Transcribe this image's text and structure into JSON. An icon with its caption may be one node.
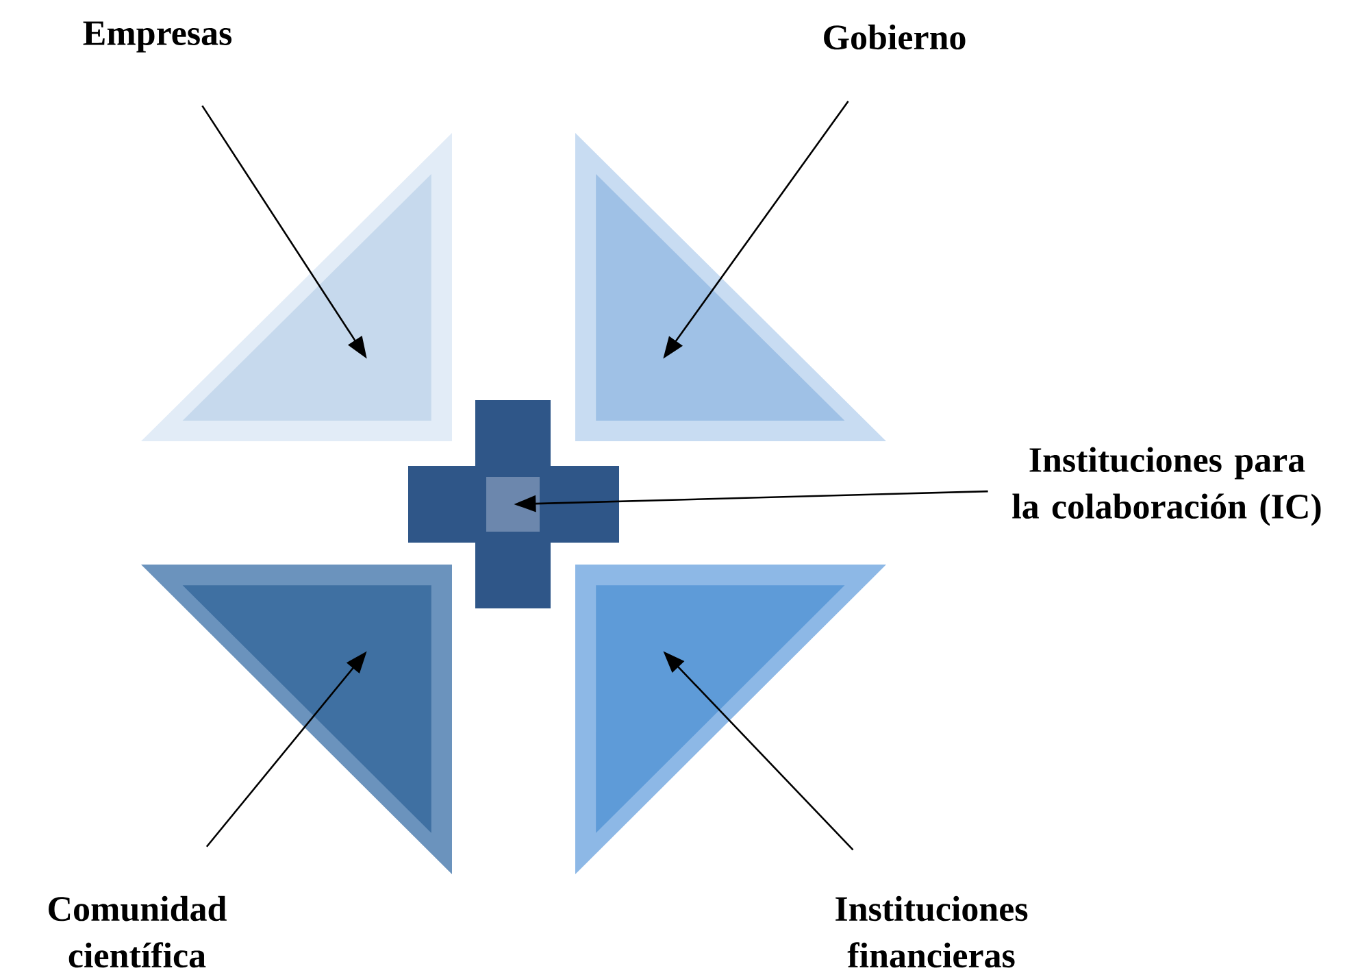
{
  "diagram": {
    "nodes": [
      {
        "text": [
          "Empresas"
        ]
      },
      {
        "text": [
          "Gobierno"
        ]
      },
      {
        "text": [
          "Instituciones para la colaboración (IC)"
        ]
      },
      {
        "text": [
          "Comunidad científica"
        ]
      },
      {
        "text": [
          "Instituciones financieras"
        ]
      },
      {
        "text": [],
        "shape": "triangle"
      },
      {
        "text": [],
        "shape": "triangle"
      },
      {
        "text": [],
        "shape": "cross"
      },
      {
        "text": [],
        "shape": "triangle"
      },
      {
        "text": [],
        "shape": "triangle"
      }
    ],
    "edges": [
      {
        "from": 0,
        "to": 5,
        "arrow": "to"
      },
      {
        "from": 1,
        "to": 6,
        "arrow": "to"
      },
      {
        "from": 2,
        "to": 7,
        "arrow": "to"
      },
      {
        "from": 3,
        "to": 8,
        "arrow": "to"
      },
      {
        "from": 4,
        "to": 9,
        "arrow": "to"
      }
    ]
  }
}
